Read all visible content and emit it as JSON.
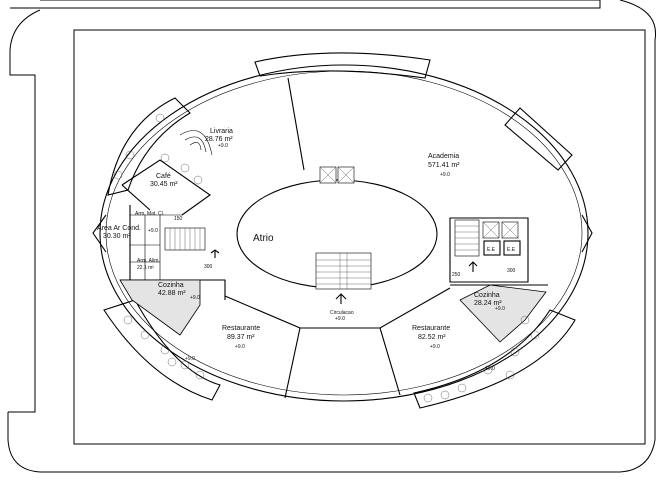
{
  "rooms": {
    "atrio": {
      "name": "Atrio"
    },
    "livraria": {
      "name": "Livraria",
      "area": "28.76 m²"
    },
    "cafe": {
      "name": "Café",
      "area": "30.45 m²"
    },
    "academia": {
      "name": "Academia",
      "area": "571.41 m²"
    },
    "area_ar_cond": {
      "name": "Área Ar Cond.",
      "area": "30.30 m²"
    },
    "cozinha_left": {
      "name": "Cozinha",
      "area": "42.88 m²"
    },
    "cozinha_right": {
      "name": "Cozinha",
      "area": "28.24 m²"
    },
    "restaurante_left": {
      "name": "Restaurante",
      "area": "89.37 m²"
    },
    "restaurante_right": {
      "name": "Restaurante",
      "area": "82.52 m²"
    },
    "circulacao": {
      "name": "Circulacao"
    },
    "small_left_a": {
      "name": "Arm. Mat. Cl.",
      "area": ""
    },
    "small_left_b": {
      "name": "Arm. Alim.",
      "area": "22.1 m²"
    }
  },
  "elevators": {
    "left": "E.E",
    "right": "E.E"
  },
  "level_tags": [
    "+9.0",
    "+9.0",
    "+9.0",
    "+9.0",
    "+9.0",
    "+9.0",
    "+9.0",
    "+9.0",
    "+9.0",
    "+9.0"
  ],
  "dimension_tags": [
    "150",
    "300",
    "300",
    "250"
  ]
}
